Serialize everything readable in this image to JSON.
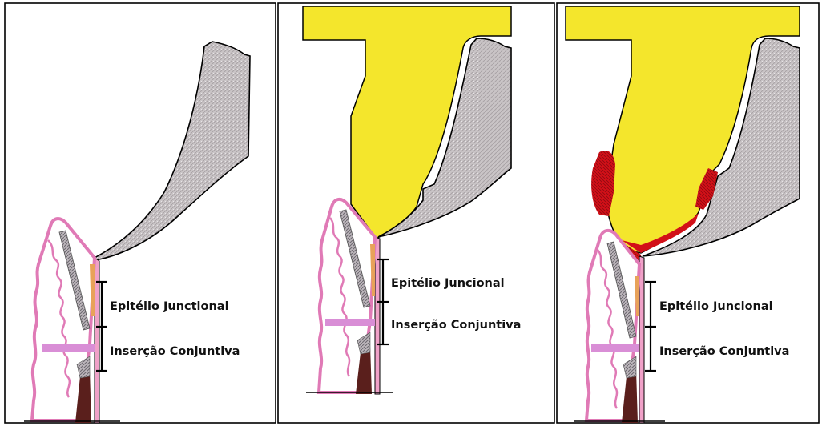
{
  "panels": [
    {
      "id": "panel-1",
      "labels": {
        "junctional": "Epitélio Junctional",
        "connective": "Inserção Conjuntiva"
      }
    },
    {
      "id": "panel-2",
      "labels": {
        "junctional": "Epitélio Juncional",
        "connective": "Inserção Conjuntiva"
      }
    },
    {
      "id": "panel-3",
      "labels": {
        "junctional": "Epitélio Juncional",
        "connective": "Inserção Conjuntiva"
      }
    }
  ],
  "colors": {
    "restoration": "#f4e62c",
    "tooth": "#c8c3c5",
    "gingiva": "#e07ab6",
    "gingiva_fill": "#ffffff",
    "connective_band": "#d98ed6",
    "bone": "#5a1f1c",
    "plaque": "#e0141c",
    "outline": "#000000"
  }
}
